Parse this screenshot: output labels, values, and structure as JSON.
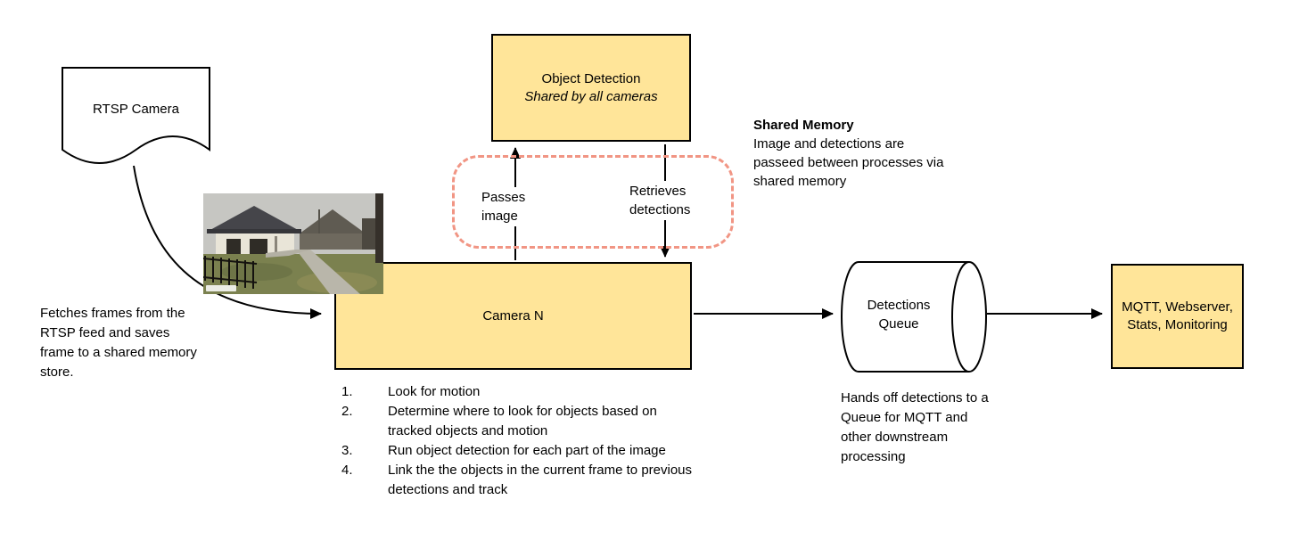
{
  "colors": {
    "node_fill": "#ffe599",
    "node_border": "#000000",
    "shared_memory_outline": "#f19584"
  },
  "nodes": {
    "rtsp_camera": {
      "label": "RTSP Camera"
    },
    "object_detection": {
      "title": "Object Detection",
      "subtitle": "Shared by all cameras"
    },
    "camera_n": {
      "label": "Camera N"
    },
    "detections_queue": {
      "label": "Detections\nQueue"
    },
    "outputs": {
      "label": "MQTT, Webserver, Stats, Monitoring"
    }
  },
  "edge_labels": {
    "passes_image": "Passes\nimage",
    "retrieves_detections": "Retrieves\ndetections"
  },
  "annotations": {
    "fetch_note": "Fetches frames from the RTSP feed and saves frame to a shared memory store.",
    "shared_memory_title": "Shared Memory",
    "shared_memory_body": "Image and detections are passeed between processes via shared memory",
    "queue_note": "Hands off detections to a Queue for MQTT and other downstream processing",
    "camera_steps": [
      {
        "num": "1.",
        "text": "Look for motion"
      },
      {
        "num": "2.",
        "text": "Determine where to look for objects based on tracked objects and motion"
      },
      {
        "num": "3.",
        "text": "Run object detection for each part of the image"
      },
      {
        "num": "4.",
        "text": "Link the the objects in the current frame to previous detections and track"
      }
    ]
  }
}
